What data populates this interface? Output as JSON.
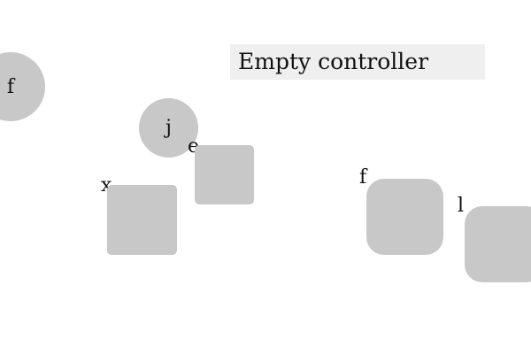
{
  "title": "Empty controller",
  "shape_color": "#c8c8c8",
  "title_bg": "#efefef",
  "items": [
    {
      "label": "f",
      "shape": "circle"
    },
    {
      "label": "j",
      "shape": "circle"
    },
    {
      "label": "e",
      "shape": "square"
    },
    {
      "label": "x",
      "shape": "square"
    },
    {
      "label": "f",
      "shape": "rounded-square"
    },
    {
      "label": "l",
      "shape": "rounded-square"
    }
  ]
}
